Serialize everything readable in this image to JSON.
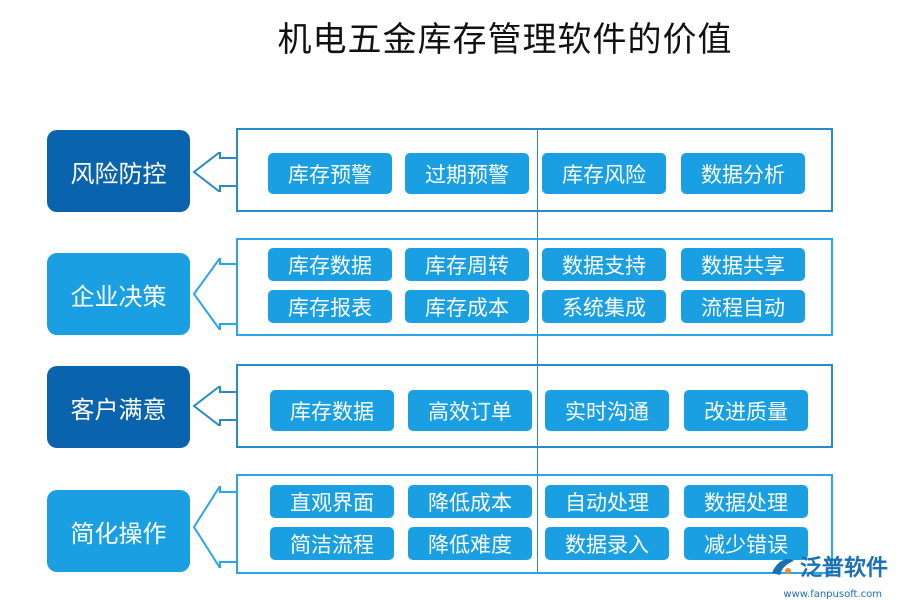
{
  "title": "机电五金库存管理软件的价值",
  "sections": [
    {
      "label": "风险防控",
      "items": [
        "库存预警",
        "过期预警",
        "库存风险",
        "数据分析"
      ]
    },
    {
      "label": "企业决策",
      "items": [
        "库存数据",
        "库存周转",
        "数据支持",
        "数据共享",
        "库存报表",
        "库存成本",
        "系统集成",
        "流程自动"
      ]
    },
    {
      "label": "客户满意",
      "items": [
        "库存数据",
        "高效订单",
        "实时沟通",
        "改进质量"
      ]
    },
    {
      "label": "简化操作",
      "items": [
        "直观界面",
        "降低成本",
        "自动处理",
        "数据处理",
        "简洁流程",
        "降低难度",
        "数据录入",
        "减少错误"
      ]
    }
  ],
  "watermark": {
    "brand": "泛普软件",
    "url": "www.fanpusoft.com"
  },
  "colors": {
    "dark": "#0a64ad",
    "light": "#1aa0e2",
    "line": "#2a8ac8"
  }
}
